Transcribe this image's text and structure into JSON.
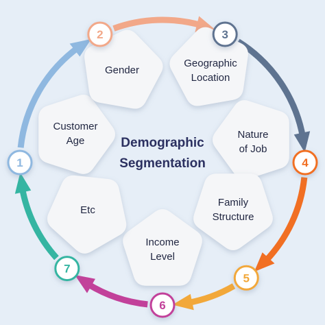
{
  "center": {
    "line1": "Demographic",
    "line2": "Segmentation"
  },
  "segments": [
    {
      "number": "1",
      "line1": "Customer",
      "line2": "Age",
      "color": "#8fb8e0"
    },
    {
      "number": "2",
      "line1": "Gender",
      "line2": "",
      "color": "#f2a889"
    },
    {
      "number": "3",
      "line1": "Geographic",
      "line2": "Location",
      "color": "#5e7390"
    },
    {
      "number": "4",
      "line1": "Nature",
      "line2": "of Job",
      "color": "#f16f23"
    },
    {
      "number": "5",
      "line1": "Family",
      "line2": "Structure",
      "color": "#f2a83a"
    },
    {
      "number": "6",
      "line1": "Income",
      "line2": "Level",
      "color": "#c2419a"
    },
    {
      "number": "7",
      "line1": "Etc",
      "line2": "",
      "color": "#35b5a2"
    }
  ],
  "colors": {
    "background": "#e6eef7",
    "card": "#f5f6f8",
    "text": "#1f2540"
  }
}
